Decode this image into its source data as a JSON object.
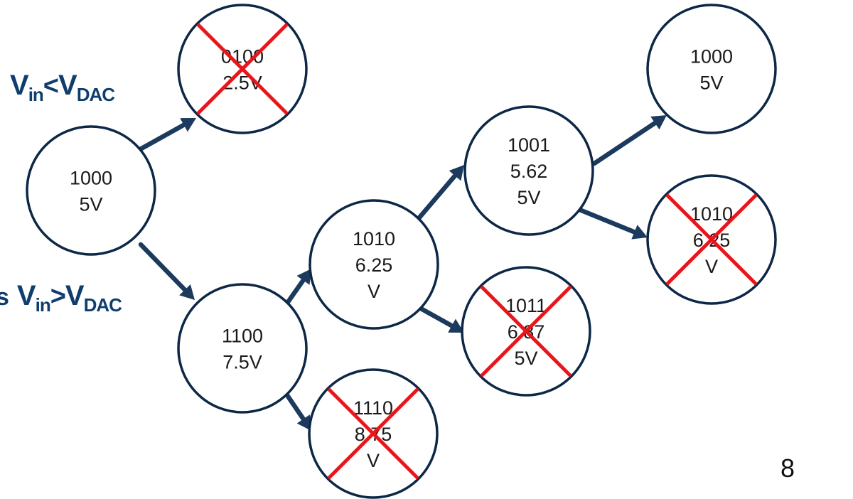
{
  "labels": {
    "top": {
      "v1": "V",
      "s1": "in",
      "op": "<",
      "v2": "V",
      "s2": "DAC"
    },
    "bottom": {
      "prefix": "s",
      "v1": "V",
      "s1": "in",
      "op": ">",
      "v2": "V",
      "s2": "DAC"
    }
  },
  "page_number": "8",
  "colors": {
    "node_stroke": "#0d2747",
    "arrow": "#1c3a5e",
    "reject": "#e8161b",
    "label": "#0f3e6e"
  },
  "nodes": [
    {
      "id": "root",
      "lines": [
        "1000",
        "5V"
      ],
      "rejected": false
    },
    {
      "id": "n0100",
      "lines": [
        "0100",
        "2.5V"
      ],
      "rejected": true
    },
    {
      "id": "n1100",
      "lines": [
        "1100",
        "7.5V"
      ],
      "rejected": false
    },
    {
      "id": "n1110",
      "lines": [
        "1110",
        "8.75",
        "V"
      ],
      "rejected": true
    },
    {
      "id": "n1010a",
      "lines": [
        "1010",
        "6.25",
        "V"
      ],
      "rejected": false
    },
    {
      "id": "n1011",
      "lines": [
        "1011",
        "6.87",
        "5V"
      ],
      "rejected": true
    },
    {
      "id": "n1001",
      "lines": [
        "1001",
        "5.62",
        "5V"
      ],
      "rejected": false
    },
    {
      "id": "n1000b",
      "lines": [
        "1000",
        "5V"
      ],
      "rejected": false
    },
    {
      "id": "n1010b",
      "lines": [
        "1010",
        "6.25",
        "V"
      ],
      "rejected": true
    }
  ],
  "edges": [
    {
      "from": "root",
      "to": "n0100"
    },
    {
      "from": "root",
      "to": "n1100"
    },
    {
      "from": "n1100",
      "to": "n1010a"
    },
    {
      "from": "n1100",
      "to": "n1110"
    },
    {
      "from": "n1010a",
      "to": "n1001"
    },
    {
      "from": "n1010a",
      "to": "n1011"
    },
    {
      "from": "n1001",
      "to": "n1000b"
    },
    {
      "from": "n1001",
      "to": "n1010b"
    }
  ]
}
